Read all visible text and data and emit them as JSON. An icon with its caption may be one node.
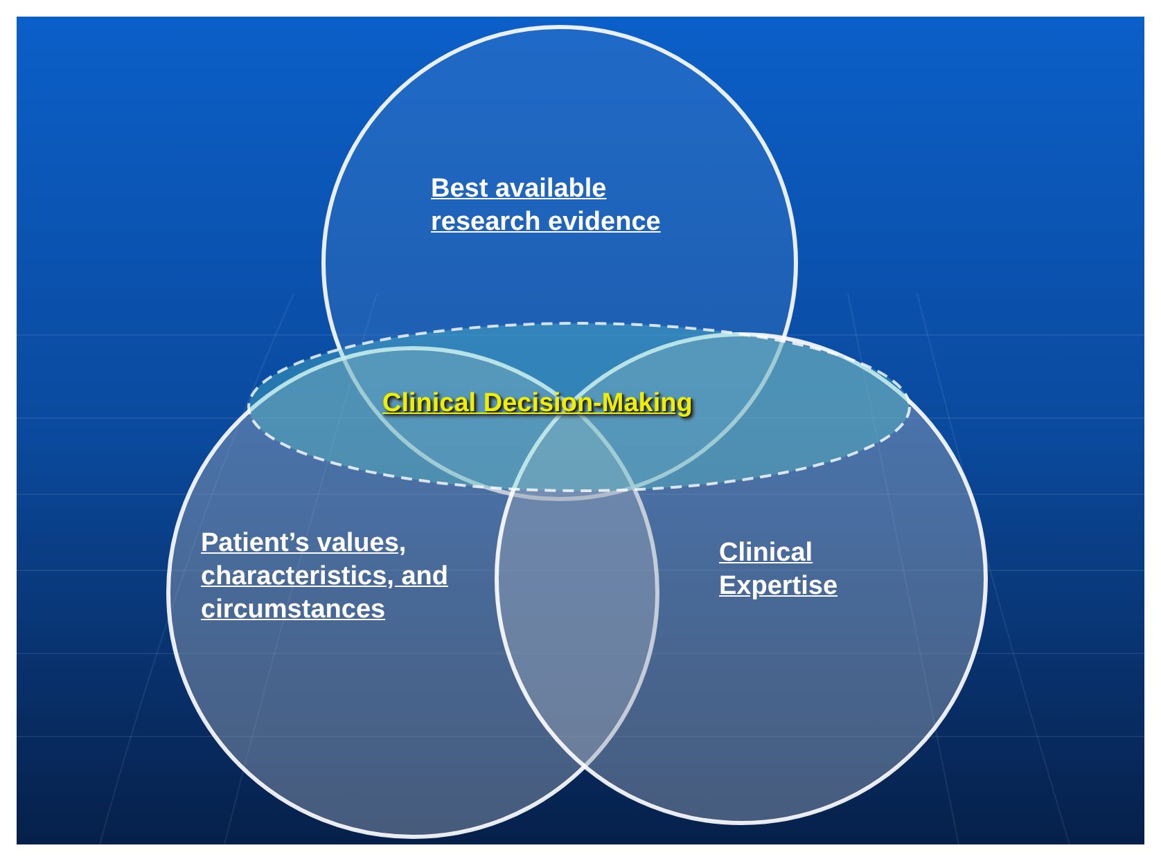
{
  "diagram": {
    "nodes": [
      {
        "text": [
          "Best available research evidence"
        ]
      },
      {
        "text": [
          "Clinical Decision-Making"
        ]
      },
      {
        "text": [
          "Patient’s values, characteristics, and circumstances"
        ]
      },
      {
        "text": [
          "Clinical Expertise"
        ]
      }
    ]
  }
}
